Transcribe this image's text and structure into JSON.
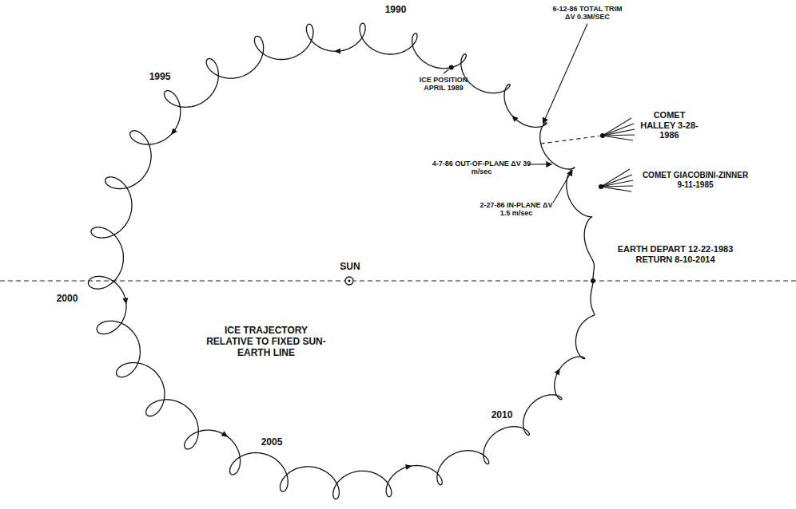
{
  "diagram": {
    "labels": [
      "1990",
      "ICE POSITION APRIL 1989",
      "6-12-86 TOTAL TRIM ΔV 0.3M/SEC",
      "COMET HALLEY 3-28-1986",
      "4-7-86 OUT-OF-PLANE ΔV 39 m/sec",
      "COMET GIACOBINI-ZINNER 9-11-1985",
      "2-27-86 IN-PLANE ΔV 1.5 m/sec",
      "EARTH DEPART 12-22-1983 RETURN 8-10-2014",
      "1995",
      "SUN",
      "2000",
      "ICE TRAJECTORY RELATIVE TO FIXED SUN-EARTH LINE",
      "2005",
      "2010"
    ]
  }
}
